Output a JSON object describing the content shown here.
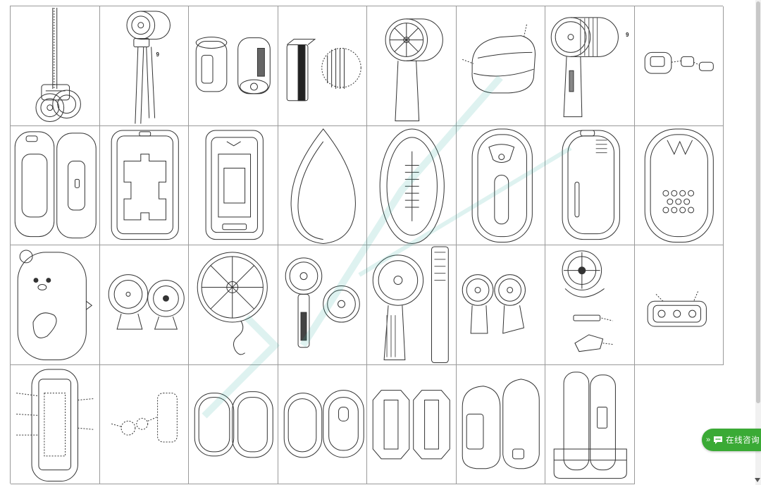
{
  "grid": {
    "rows": 4,
    "columns": 8,
    "cells": [
      {
        "icon": "neck-fan-lanyard-icon"
      },
      {
        "icon": "lanyard-fan-icon"
      },
      {
        "icon": "clip-fan-exploded-icon"
      },
      {
        "icon": "battery-pack-detail-icon"
      },
      {
        "icon": "handheld-fan-icon"
      },
      {
        "icon": "rounded-case-icon"
      },
      {
        "icon": "striped-handheld-fan-icon"
      },
      {
        "icon": "exploded-small-parts-icon"
      },
      {
        "icon": "case-pair-icon"
      },
      {
        "icon": "circuit-power-bank-icon"
      },
      {
        "icon": "rugged-power-bank-icon"
      },
      {
        "icon": "egg-shape-icon"
      },
      {
        "icon": "football-shape-icon"
      },
      {
        "icon": "bull-face-case-icon"
      },
      {
        "icon": "capsule-case-icon"
      },
      {
        "icon": "leaf-pattern-case-icon"
      },
      {
        "icon": "bear-case-icon"
      },
      {
        "icon": "desk-fan-pair-icon"
      },
      {
        "icon": "hook-fan-icon"
      },
      {
        "icon": "two-handheld-fans-icon"
      },
      {
        "icon": "folding-handheld-fan-icon"
      },
      {
        "icon": "stand-fan-pair-icon"
      },
      {
        "icon": "exploded-clip-fan-icon"
      },
      {
        "icon": "speaker-exploded-icon"
      },
      {
        "icon": "internal-layout-icon"
      },
      {
        "icon": "exploded-parts-icon"
      },
      {
        "icon": "soft-case-pair-icon"
      },
      {
        "icon": "oval-case-pair-icon"
      },
      {
        "icon": "octagon-case-pair-icon"
      },
      {
        "icon": "bullet-case-pair-icon"
      },
      {
        "icon": "charging-dock-icon"
      },
      {
        "icon": "empty-cell"
      }
    ],
    "figure_labels": {
      "lanyard_fan": "9",
      "striped_fan": "9"
    }
  },
  "chat": {
    "label": "在线咨询",
    "chevron": "»",
    "icon": "chat-bubble-icon",
    "color": "#3aaa35"
  }
}
